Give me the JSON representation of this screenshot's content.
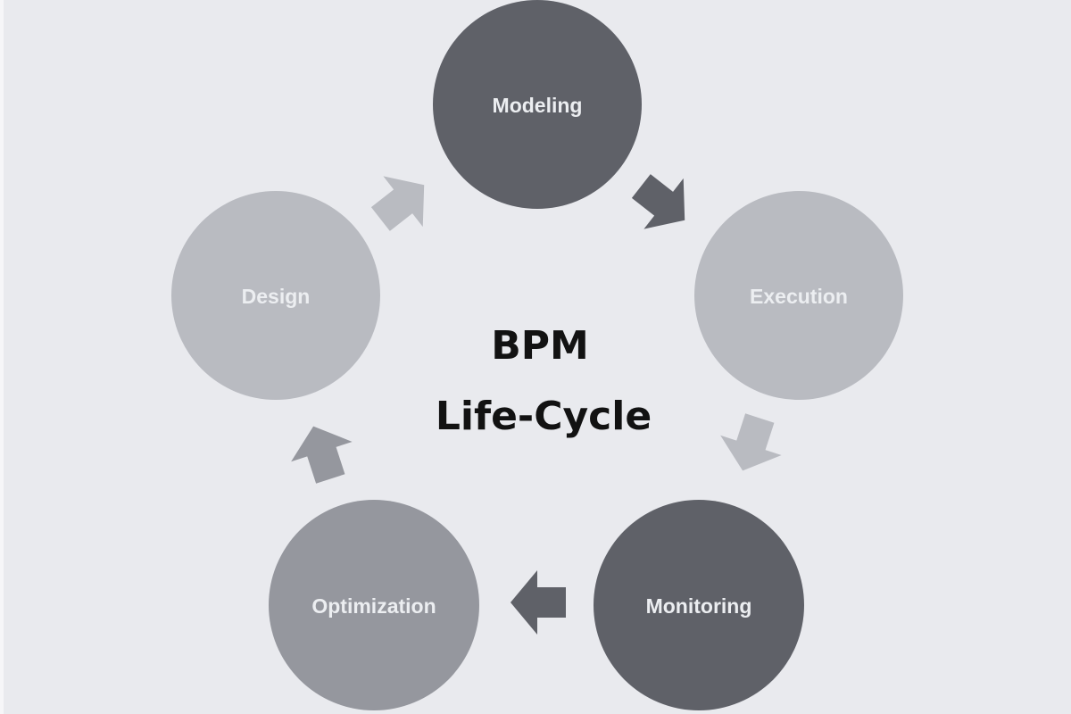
{
  "diagram": {
    "title_line_1": "BPM",
    "title_line_2": "Life-Cycle",
    "colors": {
      "background": "#e9eaee",
      "dark": "#5f6168",
      "medium": "#95979e",
      "light": "#b9bbc1",
      "label_text": "#eceef1",
      "title_text": "#121212"
    },
    "stages": [
      {
        "id": "modeling",
        "label": "Modeling",
        "shade": "dark"
      },
      {
        "id": "execution",
        "label": "Execution",
        "shade": "light"
      },
      {
        "id": "monitoring",
        "label": "Monitoring",
        "shade": "dark"
      },
      {
        "id": "optimization",
        "label": "Optimization",
        "shade": "medium"
      },
      {
        "id": "design",
        "label": "Design",
        "shade": "light"
      }
    ],
    "arrows": [
      {
        "from": "modeling",
        "to": "execution",
        "shade": "dark"
      },
      {
        "from": "execution",
        "to": "monitoring",
        "shade": "light"
      },
      {
        "from": "monitoring",
        "to": "optimization",
        "shade": "dark"
      },
      {
        "from": "optimization",
        "to": "design",
        "shade": "medium"
      },
      {
        "from": "design",
        "to": "modeling",
        "shade": "light"
      }
    ]
  }
}
